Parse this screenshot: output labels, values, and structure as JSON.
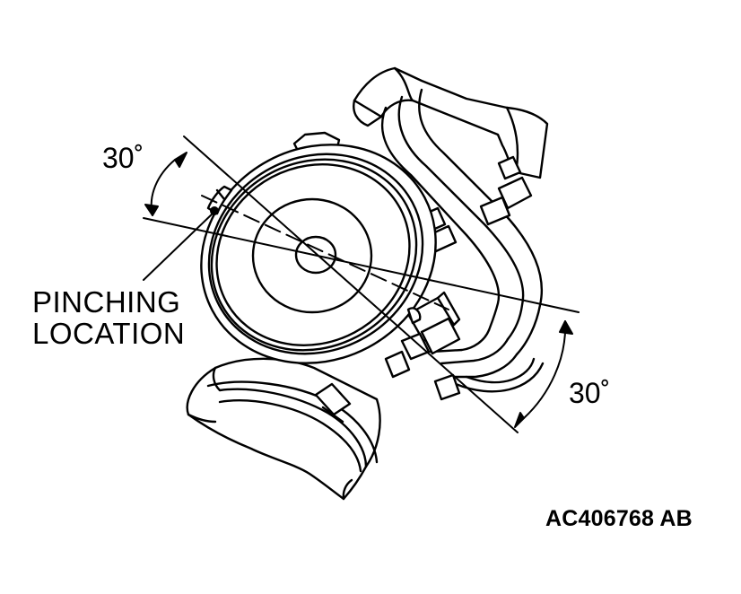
{
  "labels": {
    "angle_top": "30˚",
    "angle_bottom": "30˚",
    "pinch_line1": "PINCHING",
    "pinch_line2": "LOCATION",
    "figure_code": "AC406768 AB"
  },
  "colors": {
    "ink": "#000000",
    "paper": "#ffffff"
  }
}
